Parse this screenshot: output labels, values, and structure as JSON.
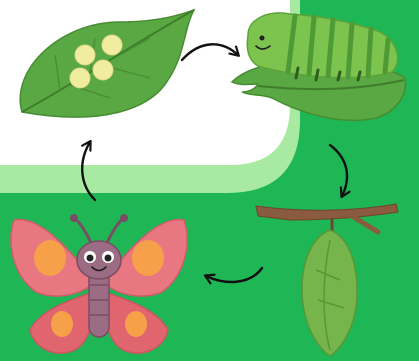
{
  "diagram": {
    "stages": [
      {
        "id": "egg",
        "icon": "eggs-on-leaf-icon"
      },
      {
        "id": "caterpillar",
        "icon": "caterpillar-on-leaf-icon"
      },
      {
        "id": "pupa",
        "icon": "chrysalis-on-branch-icon"
      },
      {
        "id": "butterfly",
        "icon": "butterfly-icon"
      }
    ],
    "sequence": [
      "egg",
      "caterpillar",
      "pupa",
      "butterfly",
      "egg"
    ],
    "arrow_style": "curved",
    "colors": {
      "background_green": "#1fb655",
      "panel_white": "#ffffff",
      "panel_stripe": "#a8eaa1",
      "leaf": "#5aa843",
      "egg": "#f1eda0",
      "caterpillar": "#7cc44e",
      "chrysalis": "#76b54c",
      "branch": "#8a5b3e",
      "butterfly_pink": "#e97781",
      "butterfly_orange": "#f6a04a",
      "body_purple": "#9c6b84",
      "arrow": "#111111"
    }
  }
}
